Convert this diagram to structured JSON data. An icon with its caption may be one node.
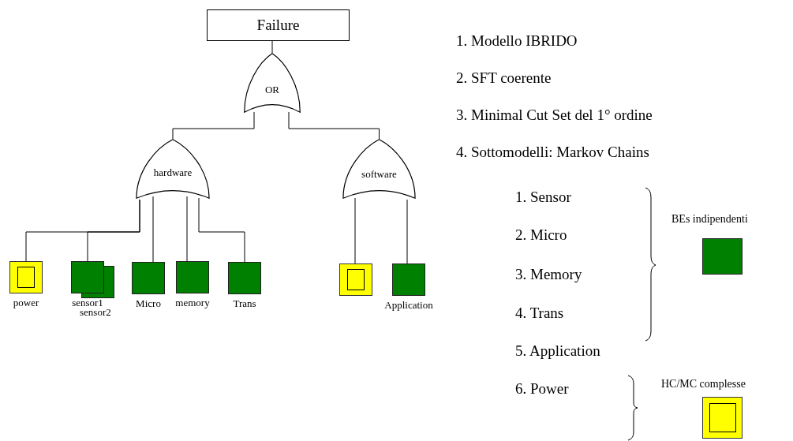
{
  "diagram": {
    "nodes": [
      {
        "text": [
          "Failure"
        ]
      },
      {
        "text": [
          "OR"
        ]
      },
      {
        "text": [
          "hardware"
        ]
      },
      {
        "text": [
          "software"
        ]
      },
      {
        "text": [
          "power"
        ]
      },
      {
        "text": [
          "sensor1"
        ]
      },
      {
        "text": [
          "sensor2"
        ]
      },
      {
        "text": [
          "Micro"
        ]
      },
      {
        "text": [
          "memory"
        ]
      },
      {
        "text": [
          "Trans"
        ]
      },
      {
        "text": [],
        "shape": "box"
      },
      {
        "text": [
          "Application"
        ]
      }
    ],
    "edges": [
      {
        "from": 0,
        "to": 1,
        "arrow": "none"
      },
      {
        "from": 1,
        "to": 2,
        "arrow": "none"
      },
      {
        "from": 1,
        "to": 3,
        "arrow": "none"
      },
      {
        "from": 2,
        "to": 4,
        "arrow": "none"
      },
      {
        "from": 2,
        "to": 5,
        "arrow": "none"
      },
      {
        "from": 2,
        "to": 7,
        "arrow": "none"
      },
      {
        "from": 2,
        "to": 8,
        "arrow": "none"
      },
      {
        "from": 2,
        "to": 9,
        "arrow": "none"
      },
      {
        "from": 3,
        "to": 10,
        "arrow": "none"
      },
      {
        "from": 3,
        "to": 11,
        "arrow": "none"
      }
    ],
    "labels": [
      "1. Modello IBRIDO",
      "2. SFT coerente",
      "3. Minimal Cut Set del 1° ordine",
      "4. Sottomodelli: Markov Chains",
      "1. Sensor",
      "2. Micro",
      "3. Memory",
      "4. Trans",
      "5. Application",
      "6. Power"
    ],
    "legend": [
      {
        "text": "BEs indipendenti",
        "color": "#008000"
      },
      {
        "text": "HC/MC complesse"
      }
    ]
  }
}
